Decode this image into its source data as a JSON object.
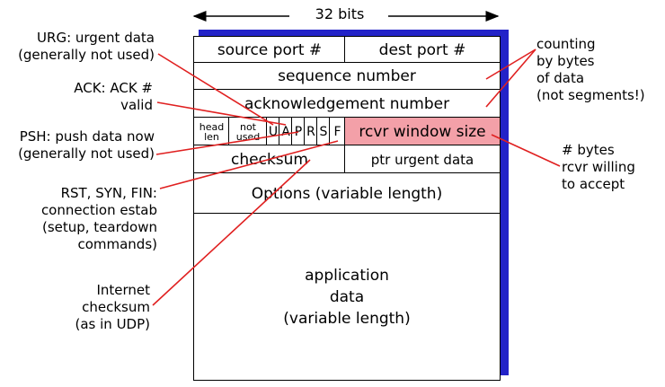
{
  "width_label": "32 bits",
  "header": {
    "source_port": "source port #",
    "dest_port": "dest port #",
    "sequence_number": "sequence number",
    "ack_number": "acknowledgement number",
    "head_len": [
      "head",
      "len"
    ],
    "not_used": [
      "not",
      "used"
    ],
    "flags": [
      "U",
      "A",
      "P",
      "R",
      "S",
      "F"
    ],
    "rcvr_window": "rcvr window size",
    "checksum": "checksum",
    "urgent_ptr": "ptr urgent data",
    "options": "Options (variable length)",
    "app_data": [
      "application",
      "data",
      "(variable length)"
    ]
  },
  "annotations": {
    "urg": [
      "URG: urgent data",
      "(generally not used)"
    ],
    "ack": [
      "ACK: ACK #",
      "valid"
    ],
    "psh": [
      "PSH: push data now",
      "(generally not used)"
    ],
    "rst": [
      "RST, SYN, FIN:",
      "connection estab",
      "(setup, teardown",
      "commands)"
    ],
    "internet_checksum": [
      "Internet",
      "checksum",
      "(as in UDP)"
    ],
    "counting": [
      "counting",
      "by bytes",
      "of data",
      "(not segments!)"
    ],
    "bytes_rcvr": [
      "# bytes",
      "rcvr willing",
      "to accept"
    ]
  },
  "colors": {
    "shadow": "#2323c8",
    "window_fill": "#f3a0a8",
    "leader_lines": "#e02020"
  }
}
